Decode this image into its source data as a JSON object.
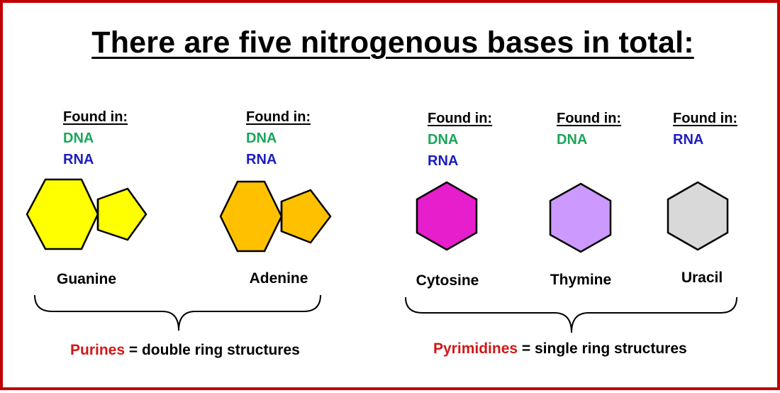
{
  "title": "There are five nitrogenous bases in total:",
  "found_in_label": "Found in:",
  "colors": {
    "border": "#c00000",
    "dna": "#1aa65a",
    "rna": "#1c1cc0",
    "keyword": "#d01818"
  },
  "bases": [
    {
      "name": "Guanine",
      "found_in": [
        "DNA",
        "RNA"
      ],
      "rings": "double",
      "fill": "#ffff00"
    },
    {
      "name": "Adenine",
      "found_in": [
        "DNA",
        "RNA"
      ],
      "rings": "double",
      "fill": "#ffc000"
    },
    {
      "name": "Cytosine",
      "found_in": [
        "DNA",
        "RNA"
      ],
      "rings": "single",
      "fill": "#e61ecc"
    },
    {
      "name": "Thymine",
      "found_in": [
        "DNA"
      ],
      "rings": "single",
      "fill": "#cc99ff"
    },
    {
      "name": "Uracil",
      "found_in": [
        "RNA"
      ],
      "rings": "single",
      "fill": "#d9d9d9"
    }
  ],
  "groups": [
    {
      "keyword": "Purines",
      "description": " = double ring structures"
    },
    {
      "keyword": "Pyrimidines",
      "description": " = single ring structures"
    }
  ]
}
